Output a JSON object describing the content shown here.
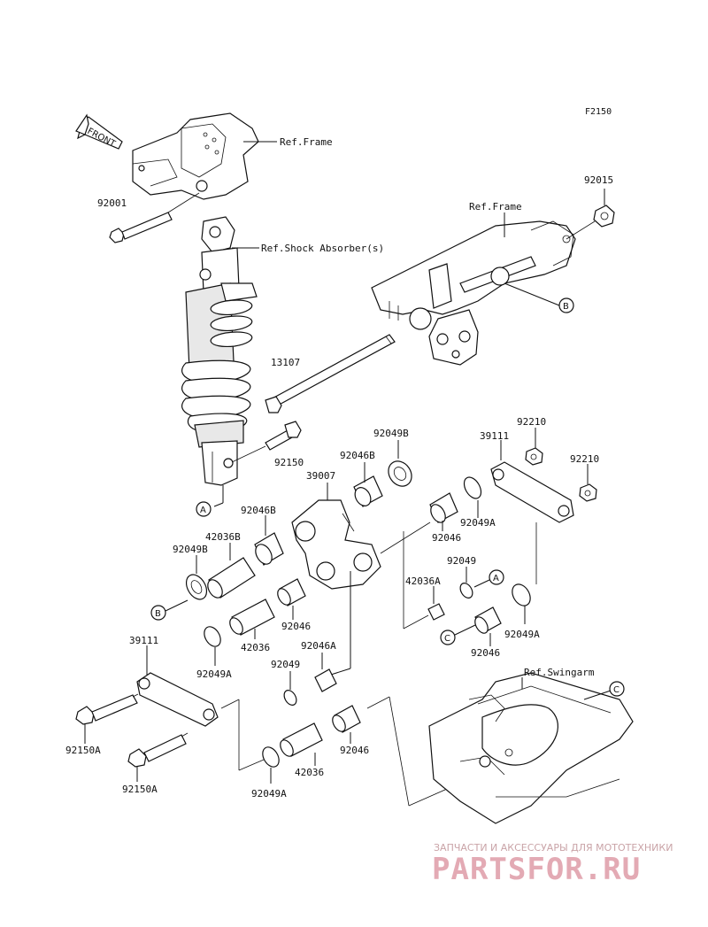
{
  "figure_code": "F2150",
  "front_arrow_text": "FRONT",
  "refs": {
    "frame_top": "Ref.Frame",
    "shock": "Ref.Shock Absorber(s)",
    "frame_right": "Ref.Frame",
    "swingarm": "Ref.Swingarm"
  },
  "parts": {
    "p92001": "92001",
    "p92015": "92015",
    "p13107": "13107",
    "p92150": "92150",
    "p92049B_top": "92049B",
    "p92046B_top": "92046B",
    "p39007": "39007",
    "p92046B_left": "92046B",
    "p92049A_mid": "92049A",
    "p92046_mid": "92046",
    "p39111_right": "39111",
    "p92210_a": "92210",
    "p92210_b": "92210",
    "p42036B": "42036B",
    "p92049B_left": "92049B",
    "p92049_mid": "92049",
    "p42036A": "42036A",
    "p92049A_right": "92049A",
    "p42036": "42036",
    "p92046_low": "92046",
    "p92046_right": "92046",
    "p92049A_left": "92049A",
    "p92046A": "92046A",
    "p92049_low": "92049",
    "p39111_left": "39111",
    "p92150A_a": "92150A",
    "p92150A_b": "92150A",
    "p42036_low": "42036",
    "p92046_bottom": "92046",
    "p92049A_bottom": "92049A"
  },
  "callouts": {
    "a": "A",
    "b": "B",
    "c": "C"
  },
  "watermark": {
    "tagline": "ЗАПЧАСТИ И АКСЕССУАРЫ ДЛЯ МОТОТЕХНИКИ",
    "brand": "PARTSFOR.RU"
  }
}
